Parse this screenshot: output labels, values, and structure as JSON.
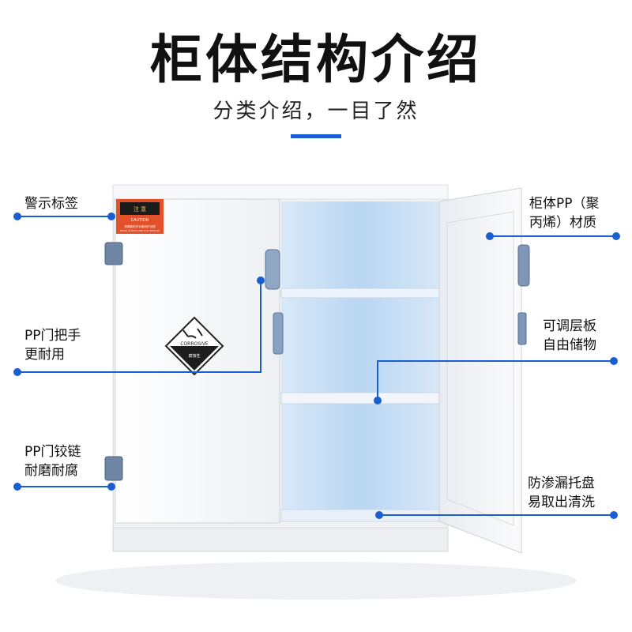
{
  "header": {
    "title": "柜体结构介绍",
    "subtitle": "分类介绍，一目了然"
  },
  "callouts": {
    "warning_label": "警示标签",
    "handle": [
      "PP门把手",
      "更耐用"
    ],
    "hinge": [
      "PP门铰链",
      "耐磨耐腐"
    ],
    "material": [
      "柜体PP（聚",
      "丙烯）材质"
    ],
    "shelf": [
      "可调层板",
      "自由储物"
    ],
    "tray": [
      "防渗漏托盘",
      "易取出清洗"
    ]
  },
  "cabinet": {
    "warning_sticker": {
      "header": "注 意",
      "sub": "CAUTION",
      "line1": "请佩戴防护手套和护目镜",
      "line2": "WEAR GLOVES AND EYE SHIELDS"
    },
    "hazard_sign": {
      "en": "CORROSIVE",
      "cn": "腐蚀性"
    }
  },
  "colors": {
    "accent": "#1a5fd0",
    "cabinet": "#f4f5f7",
    "interior": "#cfe3f7",
    "sticker": "#e2512a"
  }
}
